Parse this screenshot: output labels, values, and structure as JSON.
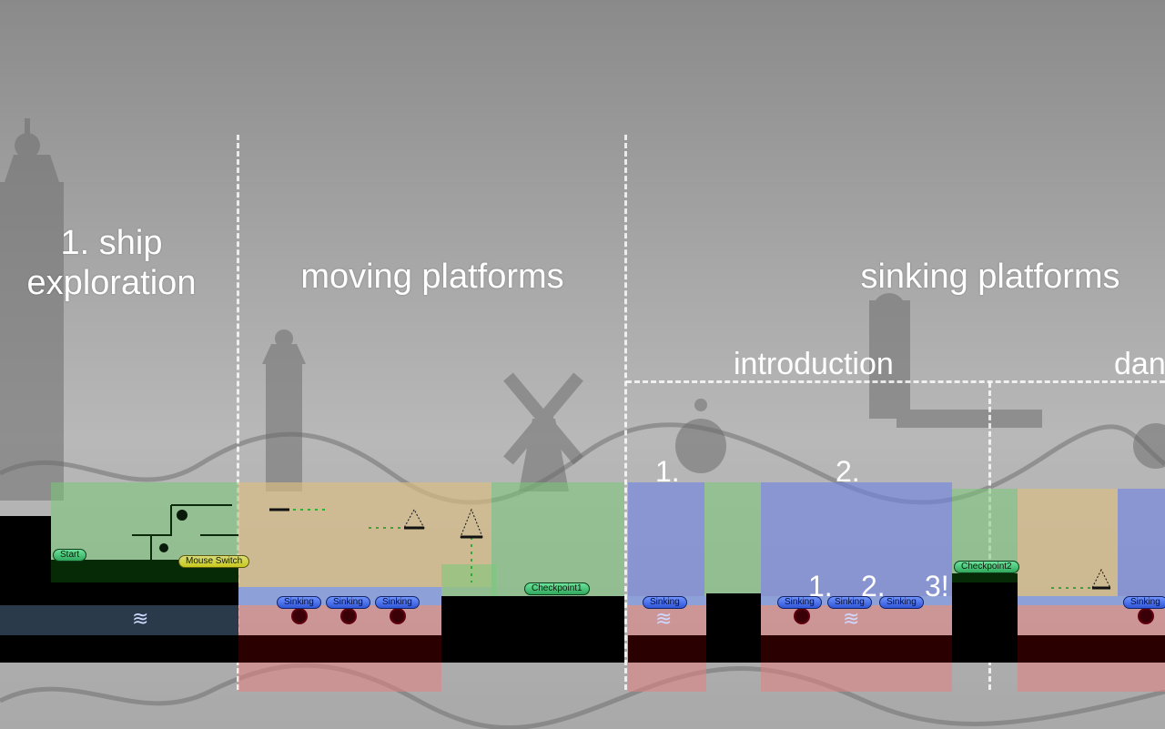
{
  "headings": {
    "ship_exploration": "1. ship exploration",
    "moving_platforms": "moving platforms",
    "sinking_platforms": "sinking platforms",
    "introduction": "introduction",
    "dan": "dan"
  },
  "step_numbers": {
    "intro_1": "1.",
    "intro_2": "2.",
    "sub_1": "1.",
    "sub_2": "2.",
    "sub_3": "3!"
  },
  "markers": {
    "start": "Start",
    "mouse_switch": "Mouse Switch",
    "checkpoint1": "Checkpoint1",
    "checkpoint2": "Checkpoint2",
    "sinking": "Sinking"
  },
  "colors": {
    "zone_green": "#78c878",
    "zone_tan": "#dcbe82",
    "zone_blue": "#6e82e6",
    "zone_red": "#e68282",
    "badge_green": "#2fa85d",
    "badge_blue": "#2f55d6",
    "badge_yellow": "#c9c91d"
  }
}
